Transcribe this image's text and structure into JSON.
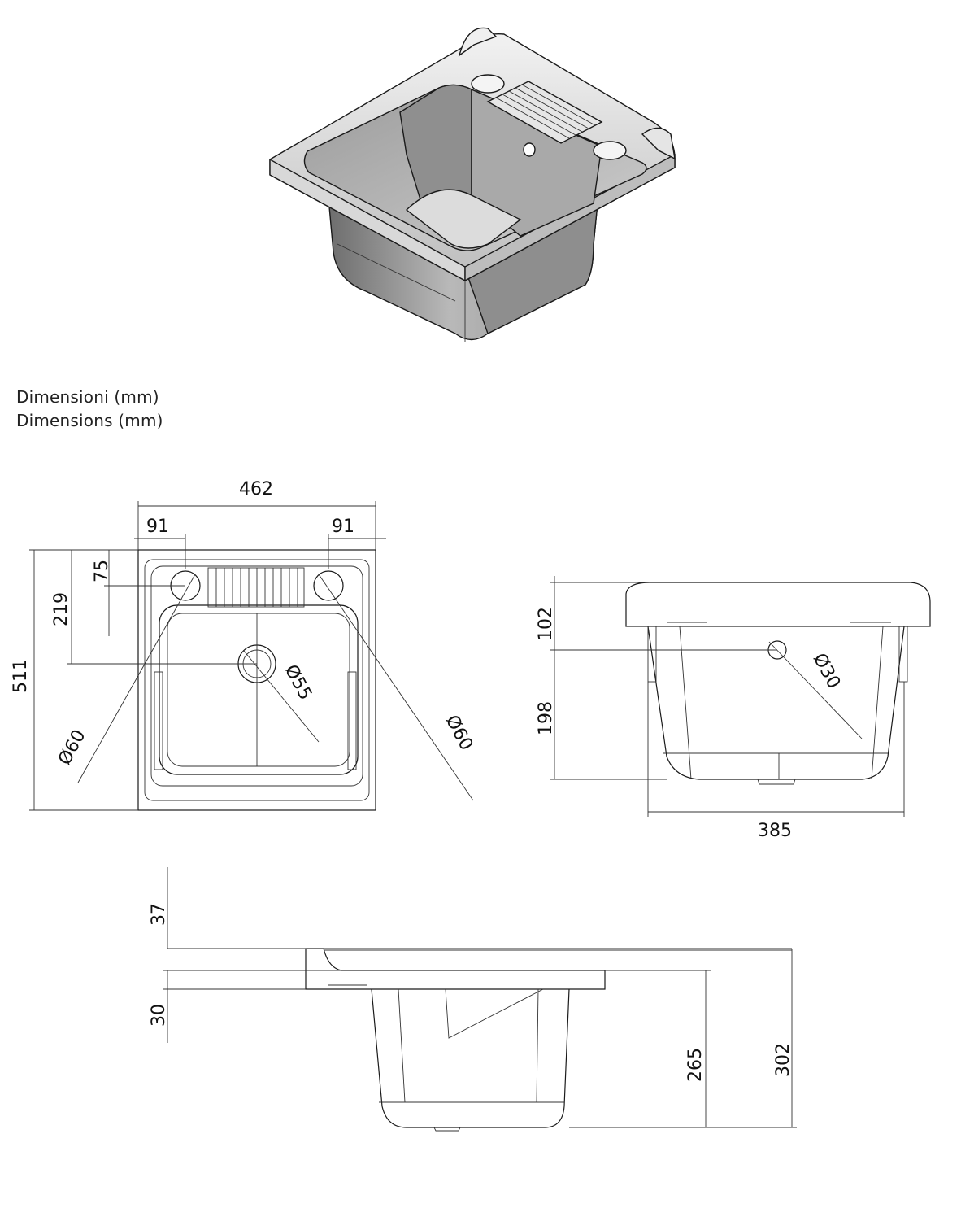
{
  "headings": {
    "italian": "Dimensioni (mm)",
    "english": "Dimensions (mm)"
  },
  "plan_view": {
    "overall_width": "462",
    "left_hole_offset": "91",
    "right_hole_offset": "91",
    "hole_depth_offset": "75",
    "drain_depth_offset": "219",
    "overall_depth": "511",
    "drain_diameter": "Ø55",
    "left_hole_diameter": "Ø60",
    "right_hole_diameter": "Ø60"
  },
  "side_view": {
    "rim_height": "102",
    "lower_height": "198",
    "bottom_width": "385",
    "overflow_diameter": "Ø30"
  },
  "section_view": {
    "backsplash_height": "37",
    "rim_thickness": "30",
    "basin_depth": "265",
    "total_height": "302"
  },
  "colors": {
    "line": "#1a1a1a",
    "shading_light": "#d9d9d9",
    "shading_dark": "#7d7d7d"
  }
}
